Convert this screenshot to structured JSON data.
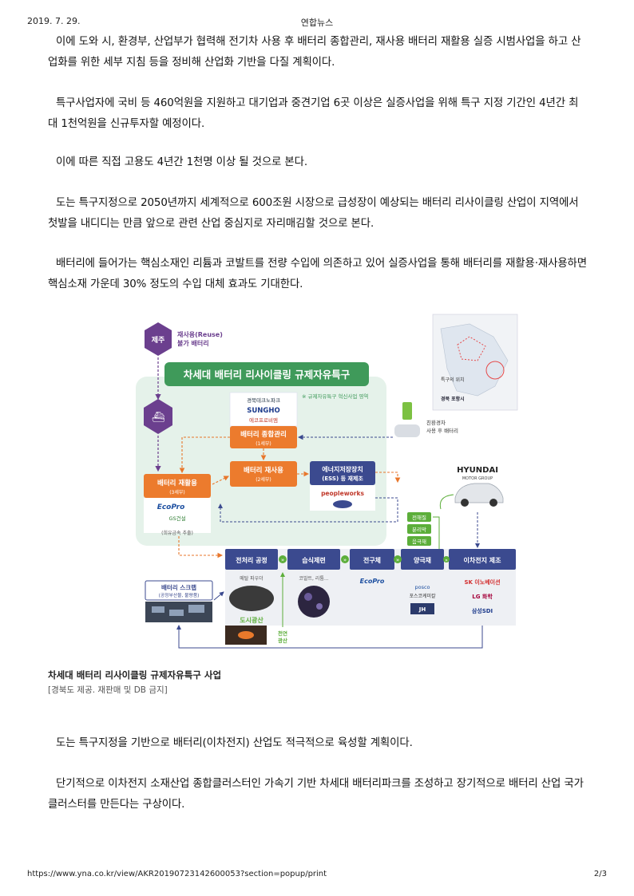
{
  "header": {
    "date": "2019. 7. 29.",
    "site": "연합뉴스"
  },
  "paragraphs": [
    "이에 도와 시, 환경부, 산업부가 협력해 전기차 사용 후 배터리 종합관리, 재사용 배터리 재활용 실증 시범사업을 하고 산업화를 위한 세부 지침 등을 정비해 산업화 기반을 다질 계획이다.",
    "특구사업자에 국비 등 460억원을 지원하고 대기업과 중견기업 6곳 이상은 실증사업을 위해 특구 지정 기간인 4년간 최대 1천억원을 신규투자할 예정이다.",
    "이에 따른 직접 고용도 4년간 1천명 이상 될 것으로 본다.",
    "도는 특구지정으로 2050년까지 세계적으로 600조원 시장으로 급성장이 예상되는 배터리 리사이클링 산업이 지역에서 첫발을 내디디는 만큼 앞으로 관련 산업 중심지로 자리매김할 것으로 본다.",
    "배터리에 들어가는 핵심소재인 리튬과 코발트를 전량 수입에 의존하고 있어 실증사업을 통해 배터리를 재활용·재사용하면 핵심소재 가운데 30% 정도의 수입 대체 효과도 기대한다.",
    "도는 특구지정을 기반으로 배터리(이차전지) 산업도 적극적으로 육성할 계획이다.",
    "단기적으로 이차전지 소재산업 종합클러스터인 가속기 기반 차세대 배터리파크를 조성하고 장기적으로 배터리 산업 국가 클러스터를 만든다는 구상이다."
  ],
  "figure": {
    "caption": "차세대 배터리 리사이클링 규제자유특구 사업",
    "credit": "[경북도 제공. 재판매 및 DB 금지]",
    "title": "차세대 배터리 리사이클링 규제자유특구",
    "jeju_label": "제주",
    "jeju_note_1": "재사용(Reuse)",
    "jeju_note_2": "불가 배터리",
    "legend_note": "※ 규제자유특구 혁신사업 영역",
    "companies_top": [
      "경북테크노파크",
      "SUNGHO",
      "에코프로비엠"
    ],
    "box_management": "배터리 종합관리",
    "box_management_sub": "(1세부)",
    "box_reuse": "배터리 재사용",
    "box_reuse_sub": "(2세부)",
    "box_ess_1": "에너지저장장치",
    "box_ess_2": "(ESS) 등 재제조",
    "box_ess_company": "peopleworks",
    "box_recycle": "배터리 재활용",
    "box_recycle_sub": "(3세부)",
    "recycle_company_1": "EcoPro",
    "recycle_company_2": "GS건설",
    "recycle_note": "(희유금속 추출)",
    "ev_note_1": "친환경차",
    "ev_note_2": "사용 후 배터리",
    "hyundai_1": "HYUNDAI",
    "hyundai_2": "MOTOR GROUP",
    "map_note_1": "특구의 위치",
    "map_note_2": "경북 포항시",
    "stages": [
      "전처리 공정",
      "습식제련",
      "전구체",
      "양극재",
      "이차전지 제조"
    ],
    "stage_notes": [
      "메탈 파우더",
      "코발트, 리튬..."
    ],
    "materials": [
      "전해질",
      "분리막",
      "음극재"
    ],
    "scrap_1": "배터리 스크랩",
    "scrap_2": "(공정부산물, 불량품)",
    "urban_mine": "도시광산",
    "natural_1": "천연",
    "natural_2": "광산",
    "precursor_company": "EcoPro",
    "cathode_companies": [
      "posco",
      "포스코케미칼",
      "JH"
    ],
    "battery_companies": [
      "SK 이노베이션",
      "LG 화학",
      "삼성SDI"
    ]
  },
  "footer": {
    "url": "https://www.yna.co.kr/view/AKR20190723142600053?section=popup/print",
    "page": "2/3"
  }
}
